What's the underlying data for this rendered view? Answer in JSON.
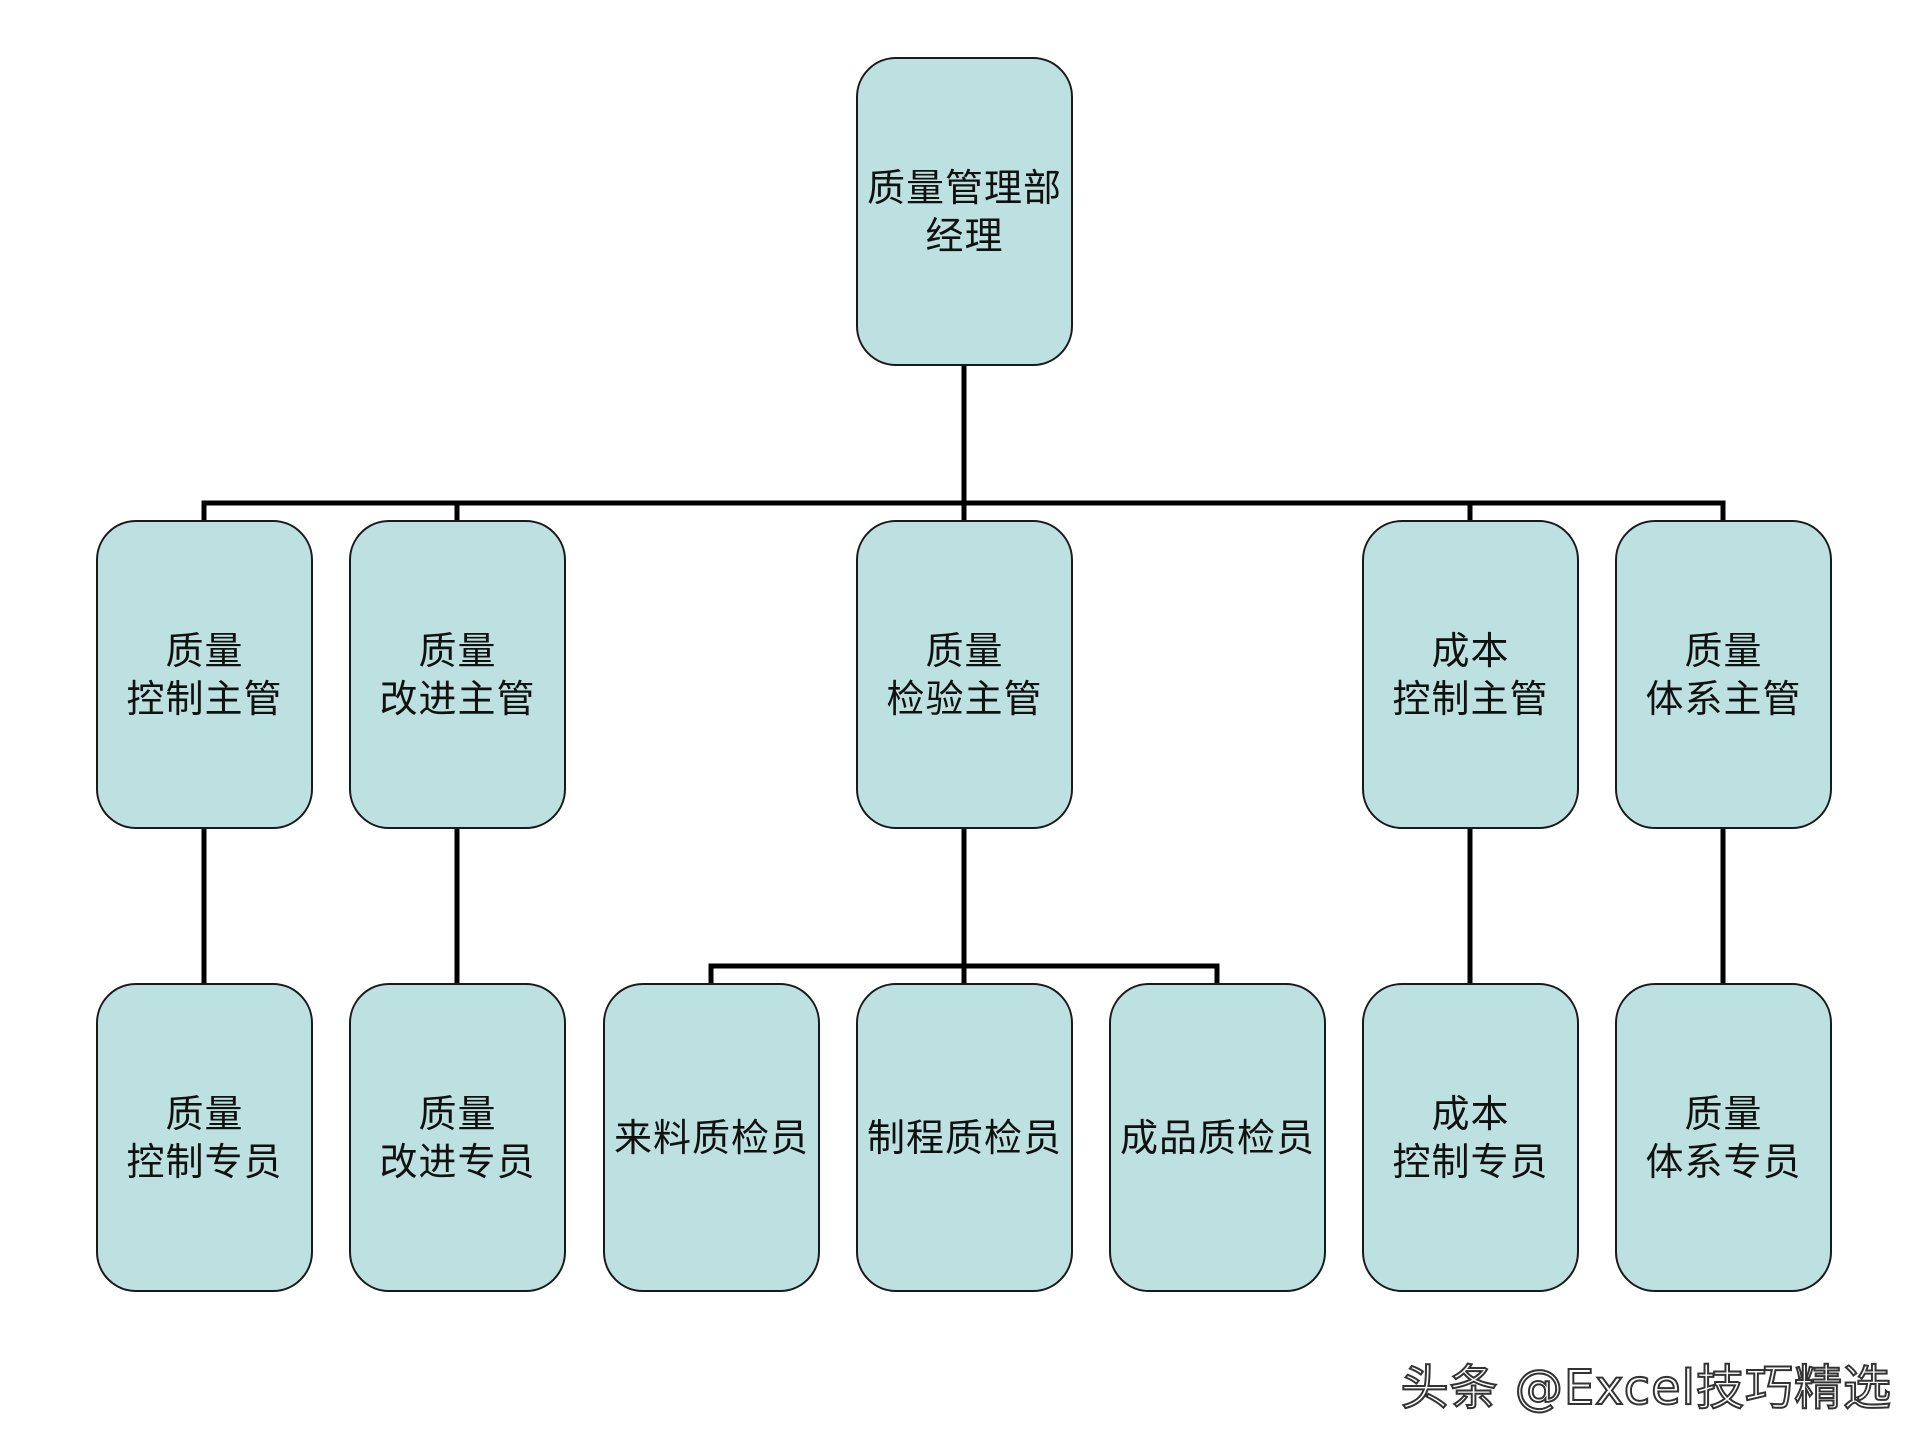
{
  "chart": {
    "root": {
      "line1": "质量管理部",
      "line2": "经理"
    },
    "supervisors": [
      {
        "line1": "质量",
        "line2": "控制主管"
      },
      {
        "line1": "质量",
        "line2": "改进主管"
      },
      {
        "line1": "质量",
        "line2": "检验主管"
      },
      {
        "line1": "成本",
        "line2": "控制主管"
      },
      {
        "line1": "质量",
        "line2": "体系主管"
      }
    ],
    "staff": [
      {
        "line1": "质量",
        "line2": "控制专员"
      },
      {
        "line1": "质量",
        "line2": "改进专员"
      },
      {
        "line1": "来料质检员"
      },
      {
        "line1": "制程质检员"
      },
      {
        "line1": "成品质检员"
      },
      {
        "line1": "成本",
        "line2": "控制专员"
      },
      {
        "line1": "质量",
        "line2": "体系专员"
      }
    ]
  },
  "watermark": "头条 @Excel技巧精选",
  "colors": {
    "node_fill": "#bde0e1",
    "line": "#000000",
    "border": "#1a1a1a"
  }
}
